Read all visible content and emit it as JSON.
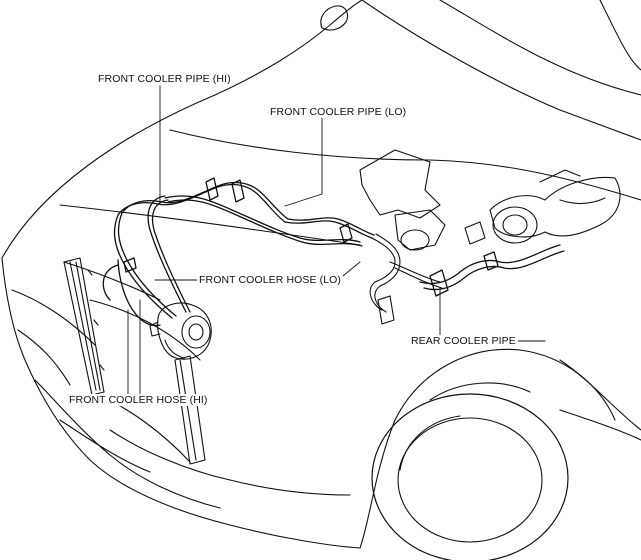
{
  "labels": {
    "front_cooler_pipe_hi": "FRONT COOLER PIPE (HI)",
    "front_cooler_pipe_lo": "FRONT COOLER PIPE (LO)",
    "front_cooler_hose_lo": "FRONT COOLER HOSE (LO)",
    "rear_cooler_pipe": "REAR COOLER PIPE",
    "front_cooler_hose_hi": "FRONT COOLER HOSE (HI)"
  },
  "colors": {
    "line": "#111111",
    "background": "#ffffff"
  }
}
